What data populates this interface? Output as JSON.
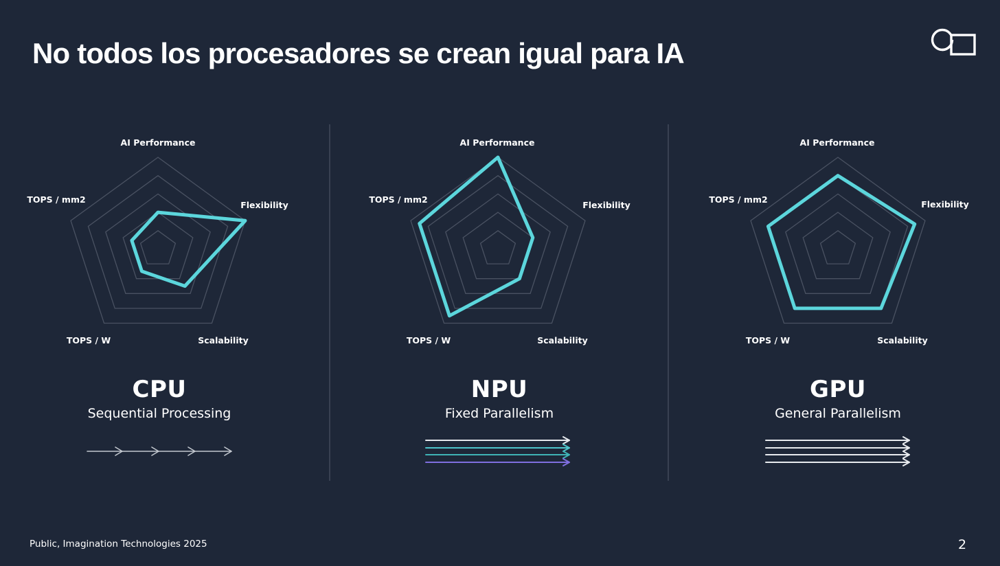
{
  "title": "No todos los procesadores se crean igual para IA",
  "footer": "Public, Imagination Technologies 2025",
  "page_number": "2",
  "logo": {
    "icon": "imagination-logo-icon"
  },
  "colors": {
    "background": "#1e2738",
    "grid": "#4a5262",
    "series": "#5cd6dc",
    "divider": "#394152",
    "arrow_white": "#e8ebef",
    "arrow_gray": "#c3c8cf",
    "arrow_cyan": "#4fc6cc",
    "arrow_teal": "#3fb3b6",
    "arrow_purple": "#7f6fe0"
  },
  "axes": [
    "AI Performance",
    "Flexibility",
    "Scalability",
    "TOPS / W",
    "TOPS / mm2"
  ],
  "processors": [
    {
      "name": "CPU",
      "subtitle": "Sequential Processing",
      "arrow_style": "sequential"
    },
    {
      "name": "NPU",
      "subtitle": "Fixed Parallelism",
      "arrow_style": "parallel-colored"
    },
    {
      "name": "GPU",
      "subtitle": "General Parallelism",
      "arrow_style": "parallel-white"
    }
  ],
  "chart_data": [
    {
      "type": "radar",
      "title": "CPU",
      "subtitle": "Sequential Processing",
      "axes": [
        "AI Performance",
        "Flexibility",
        "Scalability",
        "TOPS / W",
        "TOPS / mm2"
      ],
      "values": [
        0.4,
        1.0,
        0.5,
        0.3,
        0.3
      ],
      "range": [
        0,
        1
      ],
      "grid_rings": 5
    },
    {
      "type": "radar",
      "title": "NPU",
      "subtitle": "Fixed Parallelism",
      "axes": [
        "AI Performance",
        "Flexibility",
        "Scalability",
        "TOPS / W",
        "TOPS / mm2"
      ],
      "values": [
        1.0,
        0.4,
        0.4,
        0.9,
        0.9
      ],
      "range": [
        0,
        1
      ],
      "grid_rings": 5
    },
    {
      "type": "radar",
      "title": "GPU",
      "subtitle": "General Parallelism",
      "axes": [
        "AI Performance",
        "Flexibility",
        "Scalability",
        "TOPS / W",
        "TOPS / mm2"
      ],
      "values": [
        0.8,
        0.88,
        0.8,
        0.8,
        0.8
      ],
      "range": [
        0,
        1
      ],
      "grid_rings": 5
    }
  ]
}
